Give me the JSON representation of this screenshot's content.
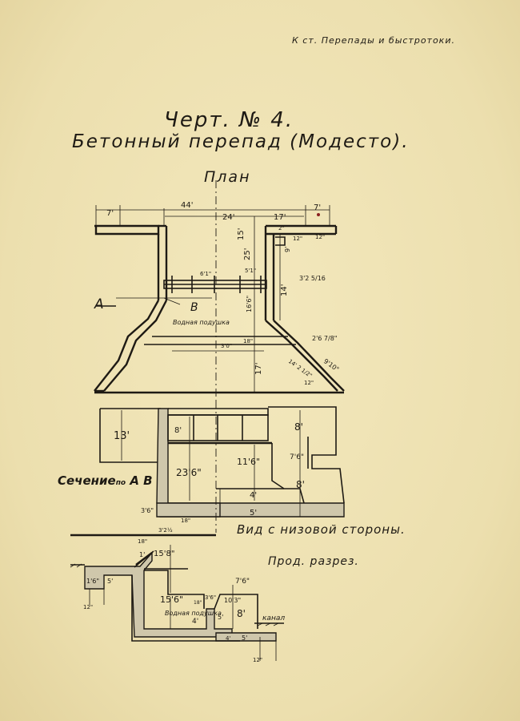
{
  "header_note": "К ст. Перепады и быстротоки.",
  "drawing_number": "Черт. № 4.",
  "drawing_title": "Бетонный перепад (Модесто).",
  "plan": {
    "title": "План",
    "dims": {
      "d_7a": "7'",
      "d_44": "44'",
      "d_24": "24'",
      "d_17a": "17'",
      "d_7b": "7'",
      "d_15": "15'",
      "d_25": "25'",
      "d_12a": "12\"",
      "d_12b": "12\"",
      "d_9": "9'",
      "d_2x": "2\"",
      "d_6_1": "6'1\"",
      "d_5_1": "5'1\"",
      "d_3_2": "3'2 5/16",
      "d_14": "14'",
      "d_16_6": "16'6\"",
      "d_3_0": "3'0\"",
      "d_18": "18\"",
      "d_2_6": "2'6 7/8\"",
      "d_14_2": "14' 2 1/2\"",
      "d_9_10": "9'10\"",
      "d_17b": "17'",
      "d_12c": "12\""
    },
    "label_a": "A",
    "label_b": "B",
    "water_cushion": "Водная подушка"
  },
  "section": {
    "title_main": "Сечение",
    "title_small": "по",
    "title_ab": "A B",
    "dims": {
      "d_13": "13'",
      "d_8a": "8'",
      "d_23_6": "23'6\"",
      "d_11_6": "11'6\"",
      "d_8b": "8'",
      "d_7_6": "7'6\"",
      "d_8c": "8'",
      "d_4": "4'",
      "d_5": "5'",
      "d_3_6": "3'6\"",
      "d_18": "18\"",
      "d_3_2": "3'2½"
    }
  },
  "downstream_title": "Вид с низовой стороны.",
  "profile": {
    "title": "Прод. разрез.",
    "dims": {
      "d_18": "18\"",
      "d_1": "1'",
      "d_15_8": "15'8\"",
      "d_1_6": "1'6\"",
      "d_5": "5'",
      "d_12": "12\"",
      "d_7_6": "7'6\"",
      "d_15_6": "15'6\"",
      "d_3_6": "3'6\"",
      "d_10_3": "10'3\"",
      "d_8": "8'",
      "d_4": "4'",
      "d_5b": "5'",
      "d_4b": "4'",
      "d_5c": "5'",
      "d_12b": "12\"",
      "d_18b": "18\""
    },
    "water_cushion": "Водная подушка",
    "canal": "канал"
  }
}
